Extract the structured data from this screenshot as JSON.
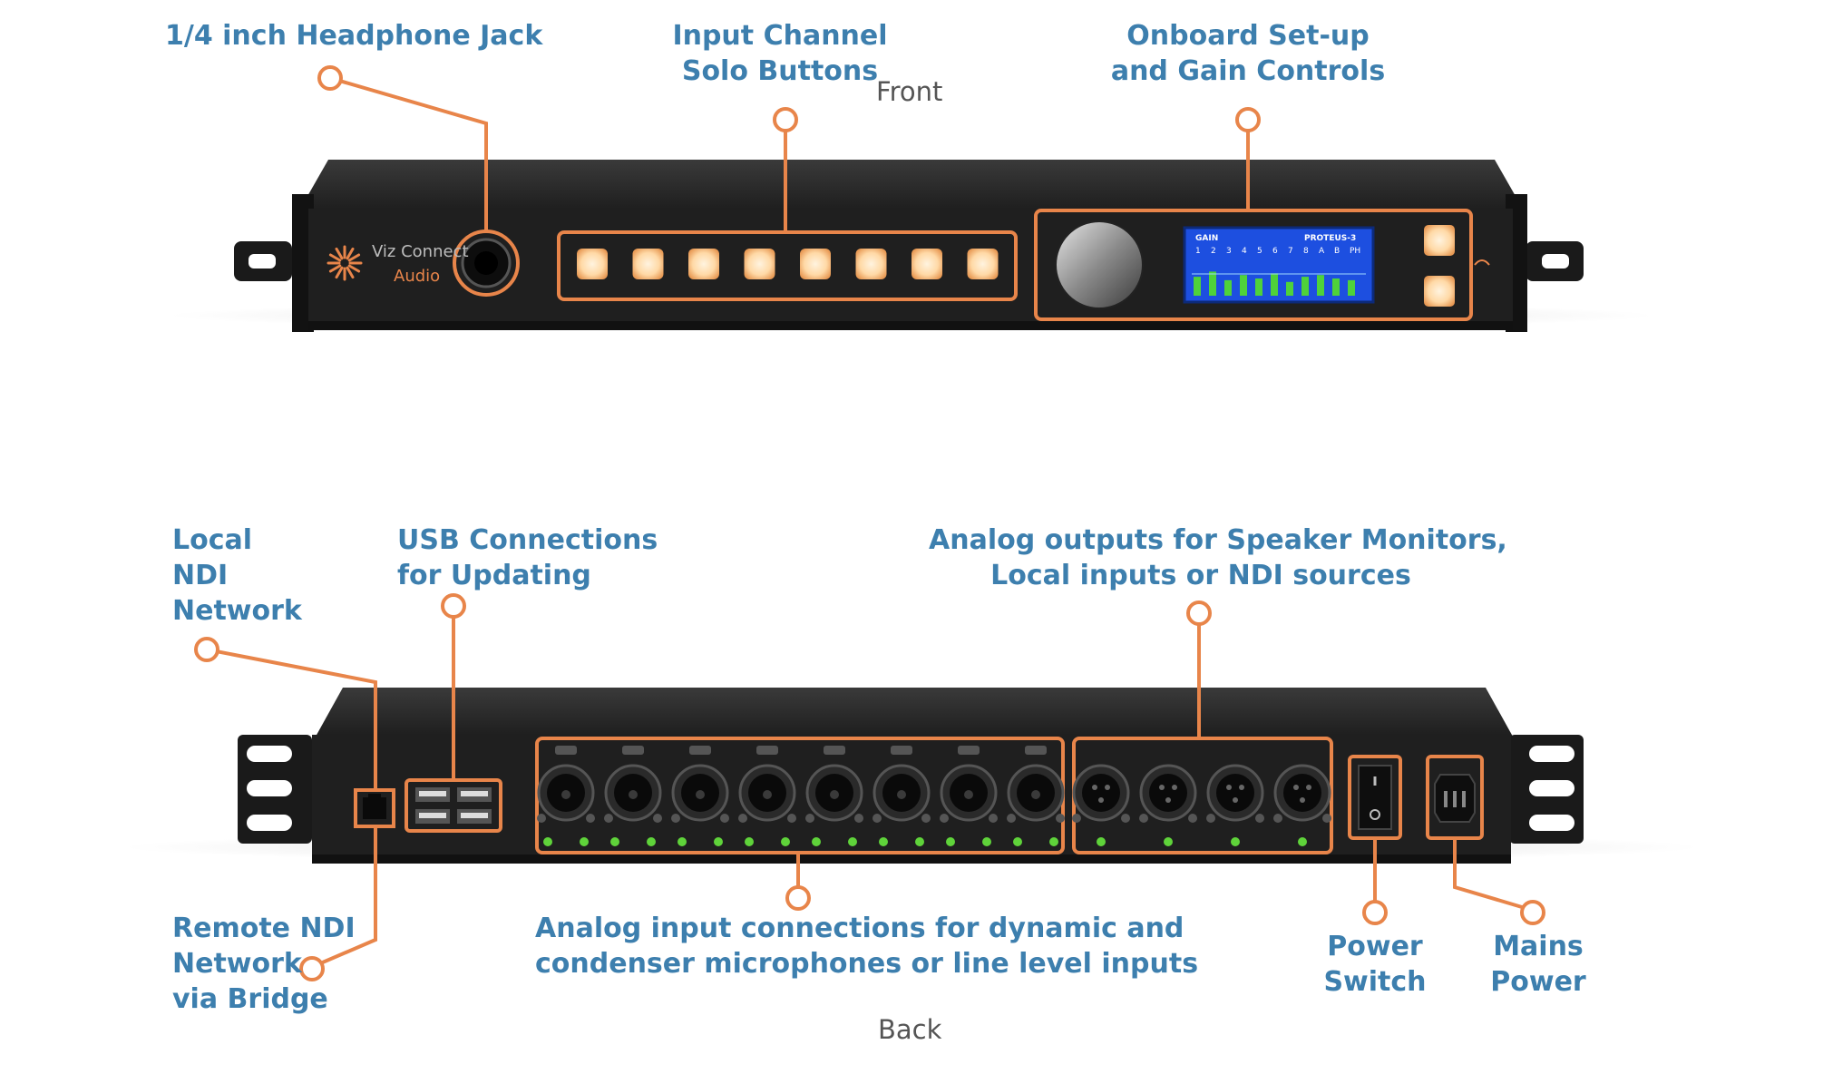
{
  "colors": {
    "callout": "#e8854a",
    "label": "#3d7fae",
    "chassis": "#1c1c1c",
    "button_glow": "#ffd9a6",
    "led": "#5fd33a",
    "screen": "#1d4fe0"
  },
  "front": {
    "caption": "Front",
    "brand": {
      "name": "Viz Connect",
      "sub": "Audio"
    },
    "screen": {
      "left_label": "GAIN",
      "right_label": "PROTEUS-3",
      "channels": [
        "1",
        "2",
        "3",
        "4",
        "5",
        "6",
        "7",
        "8",
        "A",
        "B",
        "PH"
      ]
    },
    "callouts": {
      "headphone": [
        "1/4 inch Headphone Jack"
      ],
      "solo": [
        "Input Channel",
        "Solo Buttons"
      ],
      "setup": [
        "Onboard Set-up",
        "and Gain Controls"
      ]
    }
  },
  "back": {
    "caption": "Back",
    "callouts": {
      "local_ndi": [
        "Local",
        "NDI",
        "Network"
      ],
      "usb": [
        "USB Connections",
        "for Updating"
      ],
      "analog_out": [
        "Analog outputs for Speaker Monitors,",
        "Local inputs or NDI sources"
      ],
      "remote_ndi": [
        "Remote NDI",
        "Network",
        "via Bridge"
      ],
      "analog_in": [
        "Analog input connections for dynamic and",
        "condenser microphones or line level inputs"
      ],
      "power_switch": [
        "Power",
        "Switch"
      ],
      "mains": [
        "Mains",
        "Power"
      ]
    }
  }
}
